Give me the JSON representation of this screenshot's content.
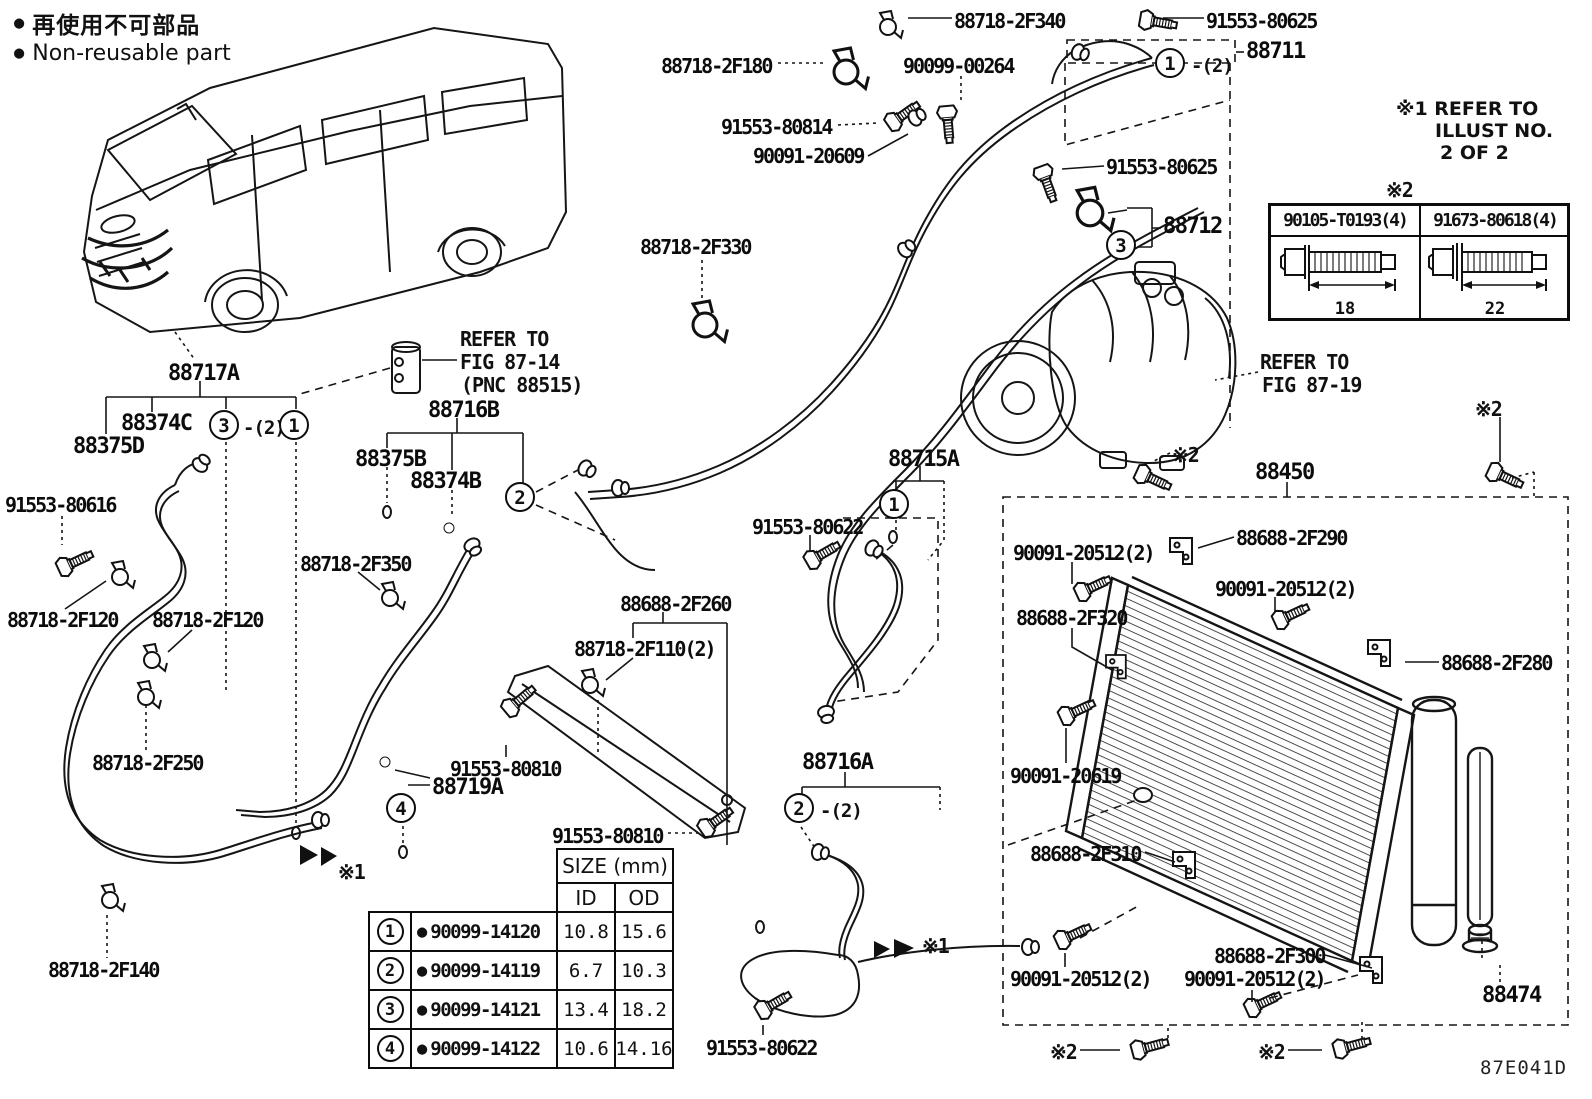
{
  "legend": {
    "bullet": "●",
    "jp": "再使用不可部品",
    "en": "Non-reusable part"
  },
  "notes": {
    "star1": "※1",
    "star2": "※2",
    "ref1a": "※1 REFER TO",
    "ref1b": "ILLUST NO.",
    "ref1c": "2 OF 2",
    "fig14a": "REFER TO",
    "fig14b": "FIG 87-14",
    "fig14c": "(PNC 88515)",
    "fig19a": "REFER TO",
    "fig19b": "FIG 87-19"
  },
  "parts": {
    "p88718_2F340": "88718-2F340",
    "p91553_80625": "91553-80625",
    "p88718_2F180": "88718-2F180",
    "p90099_00264": "90099-00264",
    "p88711": "88711",
    "p91553_80814": "91553-80814",
    "p90091_20609": "90091-20609",
    "p88718_2F330": "88718-2F330",
    "p88712": "88712",
    "p88717A": "88717A",
    "p88374C": "88374C",
    "p88375D": "88375D",
    "p88716B": "88716B",
    "p88375B": "88375B",
    "p88374B": "88374B",
    "p91553_80616": "91553-80616",
    "p88715A": "88715A",
    "p91553_80622": "91553-80622",
    "p88450": "88450",
    "p90091_20512": "90091-20512(2)",
    "p88688_2F290": "88688-2F290",
    "p88718_2F350": "88718-2F350",
    "p88688_2F320": "88688-2F320",
    "p88718_2F120": "88718-2F120",
    "p88688_2F260": "88688-2F260",
    "p88688_2F280": "88688-2F280",
    "p88718_2F110": "88718-2F110(2)",
    "p88718_2F250": "88718-2F250",
    "p91553_80810": "91553-80810",
    "p88719A": "88719A",
    "p88716A": "88716A",
    "p90091_20619": "90091-20619",
    "p88688_2F310": "88688-2F310",
    "p88718_2F140": "88718-2F140",
    "p88688_2F300": "88688-2F300",
    "p88474": "88474"
  },
  "callouts": {
    "n1": "1",
    "n2": "2",
    "n3": "3",
    "n4": "4",
    "qty2": "-(2)"
  },
  "bolt_table": {
    "col1_part": "90105-T0193(4)",
    "col1_len": "18",
    "col2_part": "91673-80618(4)",
    "col2_len": "22"
  },
  "size_table": {
    "title": "SIZE (mm)",
    "id": "ID",
    "od": "OD",
    "bullet": "●",
    "rows": [
      {
        "num": "1",
        "part": "90099-14120",
        "id_mm": "10.8",
        "od_mm": "15.6"
      },
      {
        "num": "2",
        "part": "90099-14119",
        "id_mm": "6.7",
        "od_mm": "10.3"
      },
      {
        "num": "3",
        "part": "90099-14121",
        "id_mm": "13.4",
        "od_mm": "18.2"
      },
      {
        "num": "4",
        "part": "90099-14122",
        "id_mm": "10.6",
        "od_mm": "14.16"
      }
    ]
  },
  "diagram_code": "87E041D"
}
